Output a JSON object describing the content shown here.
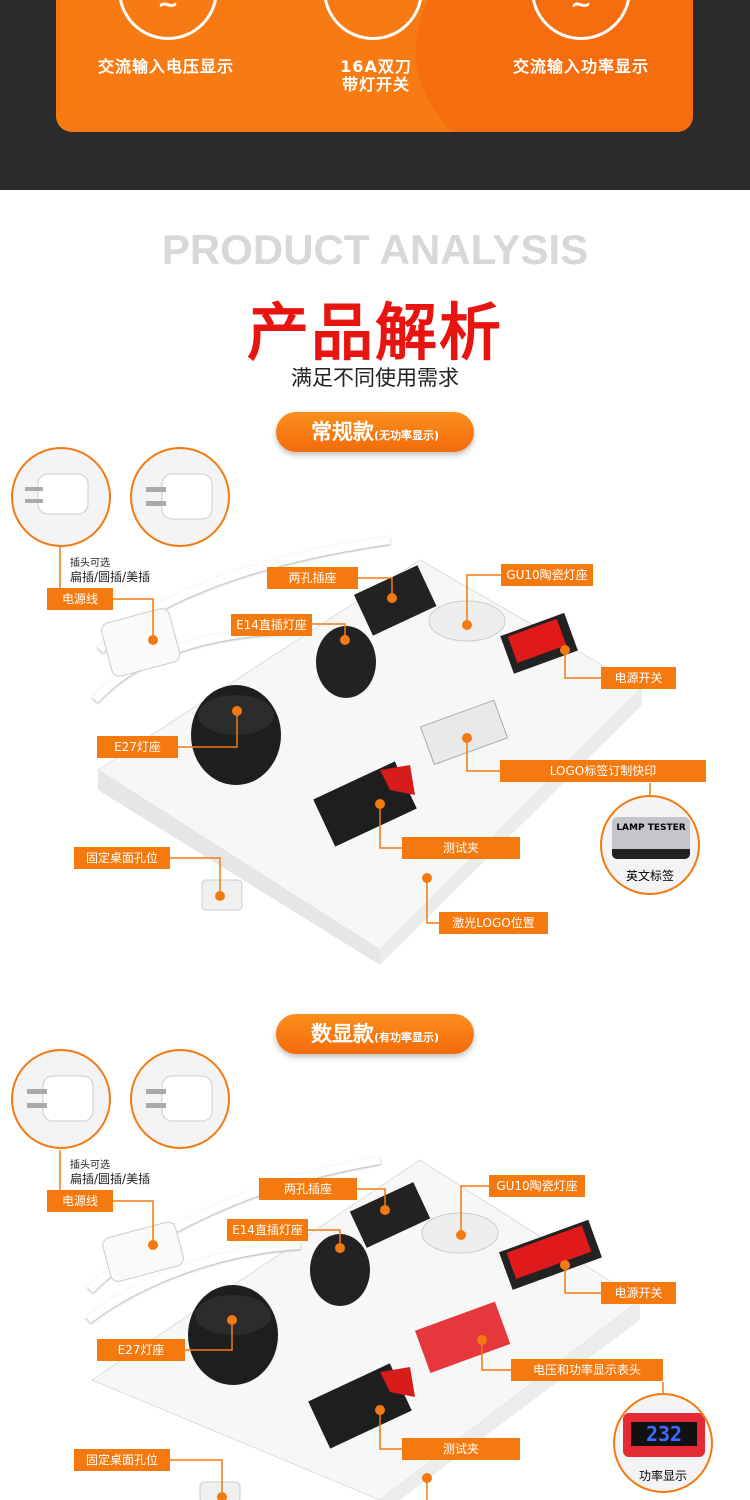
{
  "features": [
    {
      "label": "交流输入电压显示",
      "icon": "~"
    },
    {
      "label": "16A双刀",
      "label2": "带灯开关",
      "icon": "switch"
    },
    {
      "label": "交流输入功率显示",
      "icon": "~"
    }
  ],
  "title_en": "PRODUCT ANALYSIS",
  "title_cn": "产品解析",
  "subtitle": "满足不同使用需求",
  "section1": {
    "pill_main": "常规款",
    "pill_sub": "(无功率显示)",
    "plug_note_small": "插头可选",
    "plug_note": "扁插/圆插/美插",
    "labels": {
      "cord": "电源线",
      "two_hole": "两孔插座",
      "e14": "E14直插灯座",
      "gu10": "GU10陶瓷灯座",
      "switch": "电源开关",
      "e27": "E27灯座",
      "logo_label": "LOGO标签订制快印",
      "clip": "测试夹",
      "mount": "固定桌面孔位",
      "laser": "激光LOGO位置"
    },
    "inset": {
      "caption": "英文标签",
      "tag_text": "LAMP TESTER"
    }
  },
  "section2": {
    "pill_main": "数显款",
    "pill_sub": "(有功率显示)",
    "plug_note_small": "插头可选",
    "plug_note": "扁插/圆插/美插",
    "labels": {
      "cord": "电源线",
      "two_hole": "两孔插座",
      "e14": "E14直插灯座",
      "gu10": "GU10陶瓷灯座",
      "switch": "电源开关",
      "e27": "E27灯座",
      "meter": "电压和功率显示表头",
      "clip": "测试夹",
      "mount": "固定桌面孔位"
    },
    "inset": {
      "caption": "功率显示",
      "reading": "232"
    }
  },
  "colors": {
    "orange": "#f47a10",
    "red": "#e8140f",
    "dark": "#2b2b2b"
  }
}
